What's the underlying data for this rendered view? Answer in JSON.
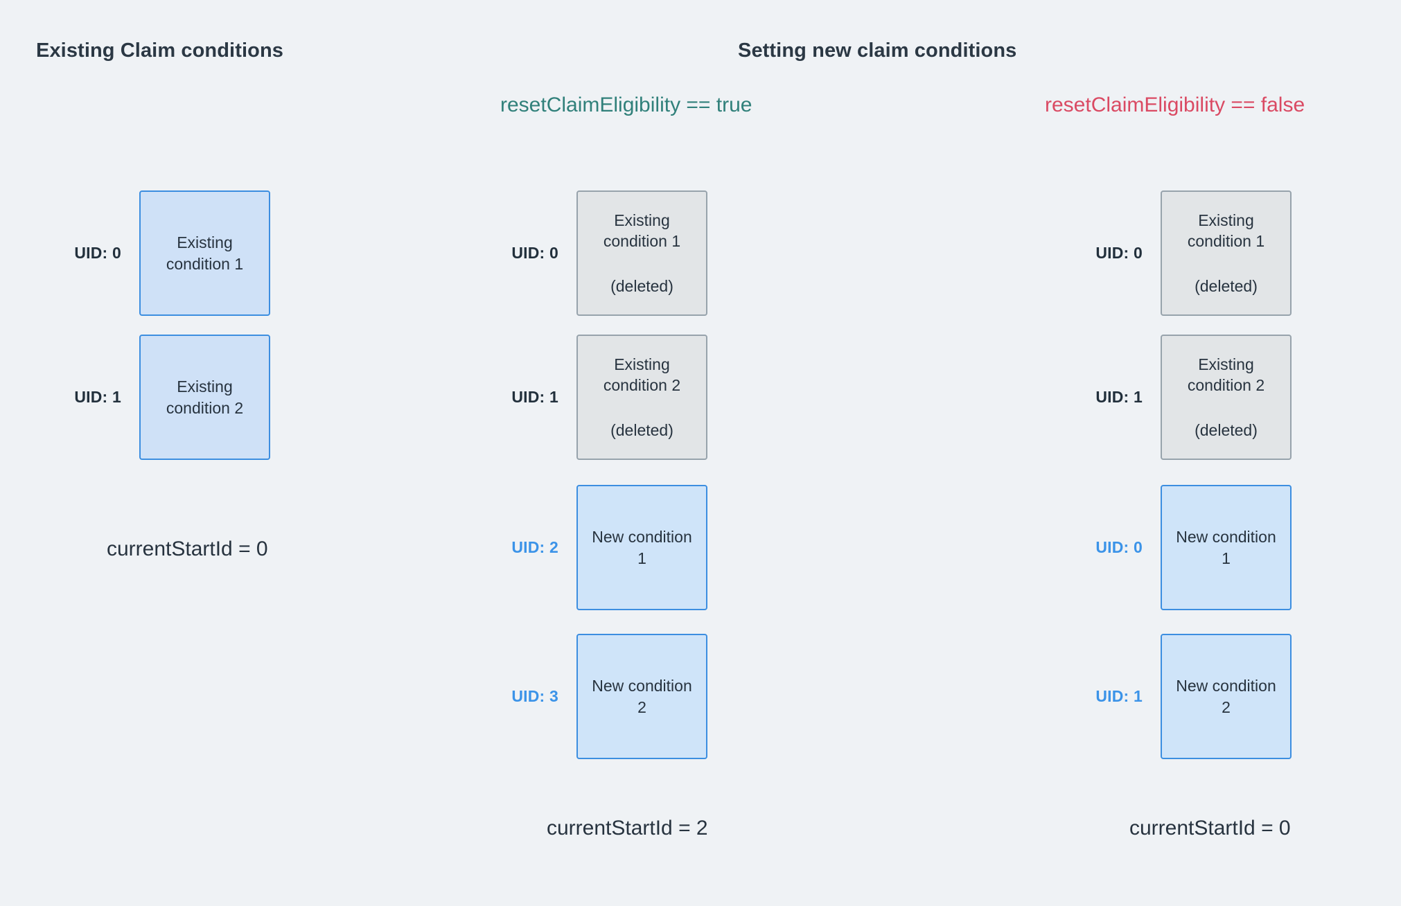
{
  "headings": {
    "existing": "Existing Claim conditions",
    "setting": "Setting new claim conditions"
  },
  "subtitles": {
    "reset_true": "resetClaimEligibility == true",
    "reset_false": "resetClaimEligibility == false"
  },
  "colors": {
    "background": "#eff2f5",
    "heading": "#2b3844",
    "true_green": "#30807a",
    "false_red": "#da4a63",
    "blue_border": "#3c8ee0",
    "blue_fill_existing": "#cfe1f7",
    "blue_fill_new": "#cfe4f9",
    "gray_border": "#97a3ac",
    "gray_fill": "#e2e5e7",
    "uid_dark": "#22303c",
    "uid_blue": "#3b93e8"
  },
  "columns": {
    "existing": {
      "rows": [
        {
          "uid": "UID: 0",
          "uid_style": "dark",
          "box_style": "existing",
          "title": "Existing\ncondition 1",
          "note": ""
        },
        {
          "uid": "UID: 1",
          "uid_style": "dark",
          "box_style": "existing",
          "title": "Existing\ncondition 2",
          "note": ""
        }
      ],
      "start_id": "currentStartId = 0"
    },
    "reset_true": {
      "rows": [
        {
          "uid": "UID: 0",
          "uid_style": "dark",
          "box_style": "deleted",
          "title": "Existing\ncondition 1",
          "note": "(deleted)"
        },
        {
          "uid": "UID: 1",
          "uid_style": "dark",
          "box_style": "deleted",
          "title": "Existing\ncondition 2",
          "note": "(deleted)"
        },
        {
          "uid": "UID: 2",
          "uid_style": "blue",
          "box_style": "newcond",
          "title": "New condition\n1",
          "note": ""
        },
        {
          "uid": "UID: 3",
          "uid_style": "blue",
          "box_style": "newcond",
          "title": "New condition\n2",
          "note": ""
        }
      ],
      "start_id": "currentStartId = 2"
    },
    "reset_false": {
      "rows": [
        {
          "uid": "UID: 0",
          "uid_style": "dark",
          "box_style": "deleted",
          "title": "Existing\ncondition 1",
          "note": "(deleted)"
        },
        {
          "uid": "UID: 1",
          "uid_style": "dark",
          "box_style": "deleted",
          "title": "Existing\ncondition 2",
          "note": "(deleted)"
        },
        {
          "uid": "UID: 0",
          "uid_style": "blue",
          "box_style": "newcond",
          "title": "New condition\n1",
          "note": ""
        },
        {
          "uid": "UID: 1",
          "uid_style": "blue",
          "box_style": "newcond",
          "title": "New condition\n2",
          "note": ""
        }
      ],
      "start_id": "currentStartId = 0"
    }
  }
}
